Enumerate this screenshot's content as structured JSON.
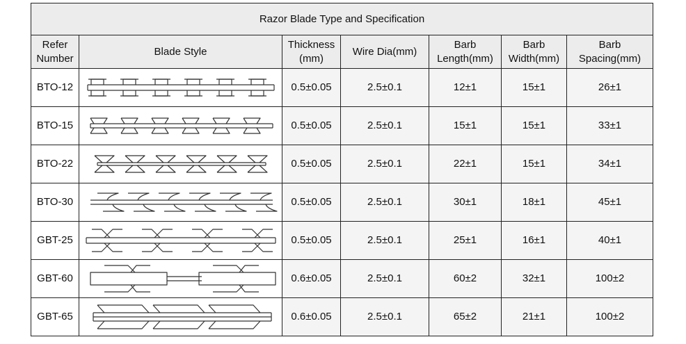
{
  "table": {
    "title": "Razor Blade Type and Specification",
    "headers": {
      "refer": [
        "Refer",
        "Number"
      ],
      "blade_style": "Blade Style",
      "thickness": [
        "Thickness",
        "(mm)"
      ],
      "wire_dia": "Wire Dia(mm)",
      "barb_length": [
        "Barb",
        "Length(mm)"
      ],
      "barb_width": [
        "Barb",
        "Width(mm)"
      ],
      "barb_spacing": [
        "Barb",
        "Spacing(mm)"
      ]
    },
    "rows": [
      {
        "ref": "BTO-12",
        "blade": "bto-12-blade-icon",
        "thickness": "0.5±0.05",
        "wire": "2.5±0.1",
        "length": "12±1",
        "width": "15±1",
        "spacing": "26±1"
      },
      {
        "ref": "BTO-15",
        "blade": "bto-15-blade-icon",
        "thickness": "0.5±0.05",
        "wire": "2.5±0.1",
        "length": "15±1",
        "width": "15±1",
        "spacing": "33±1"
      },
      {
        "ref": "BTO-22",
        "blade": "bto-22-blade-icon",
        "thickness": "0.5±0.05",
        "wire": "2.5±0.1",
        "length": "22±1",
        "width": "15±1",
        "spacing": "34±1"
      },
      {
        "ref": "BTO-30",
        "blade": "bto-30-blade-icon",
        "thickness": "0.5±0.05",
        "wire": "2.5±0.1",
        "length": "30±1",
        "width": "18±1",
        "spacing": "45±1"
      },
      {
        "ref": "GBT-25",
        "blade": "gbt-25-blade-icon",
        "thickness": "0.5±0.05",
        "wire": "2.5±0.1",
        "length": "25±1",
        "width": "16±1",
        "spacing": "40±1"
      },
      {
        "ref": "GBT-60",
        "blade": "gbt-60-blade-icon",
        "thickness": "0.6±0.05",
        "wire": "2.5±0.1",
        "length": "60±2",
        "width": "32±1",
        "spacing": "100±2"
      },
      {
        "ref": "GBT-65",
        "blade": "gbt-65-blade-icon",
        "thickness": "0.6±0.05",
        "wire": "2.5±0.1",
        "length": "65±2",
        "width": "21±1",
        "spacing": "100±2"
      }
    ]
  }
}
